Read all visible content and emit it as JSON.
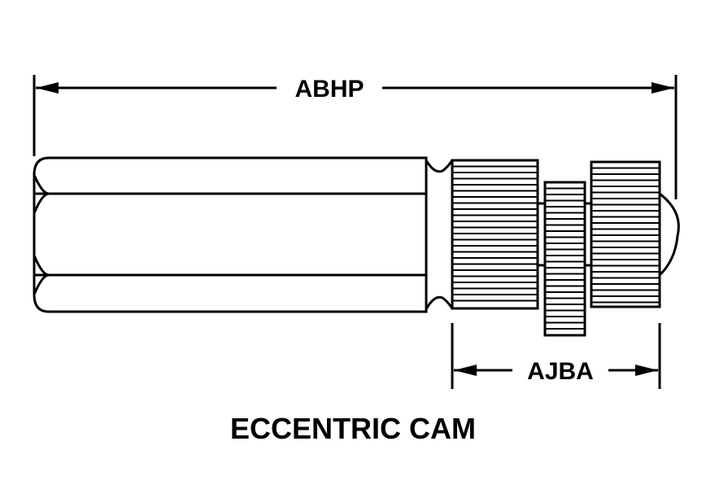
{
  "title": "ECCENTRIC CAM",
  "dimensions": {
    "overall_length": "ABHP",
    "knurl_length": "AJBA"
  },
  "colors": {
    "ink": "#000000",
    "background": "#ffffff"
  }
}
